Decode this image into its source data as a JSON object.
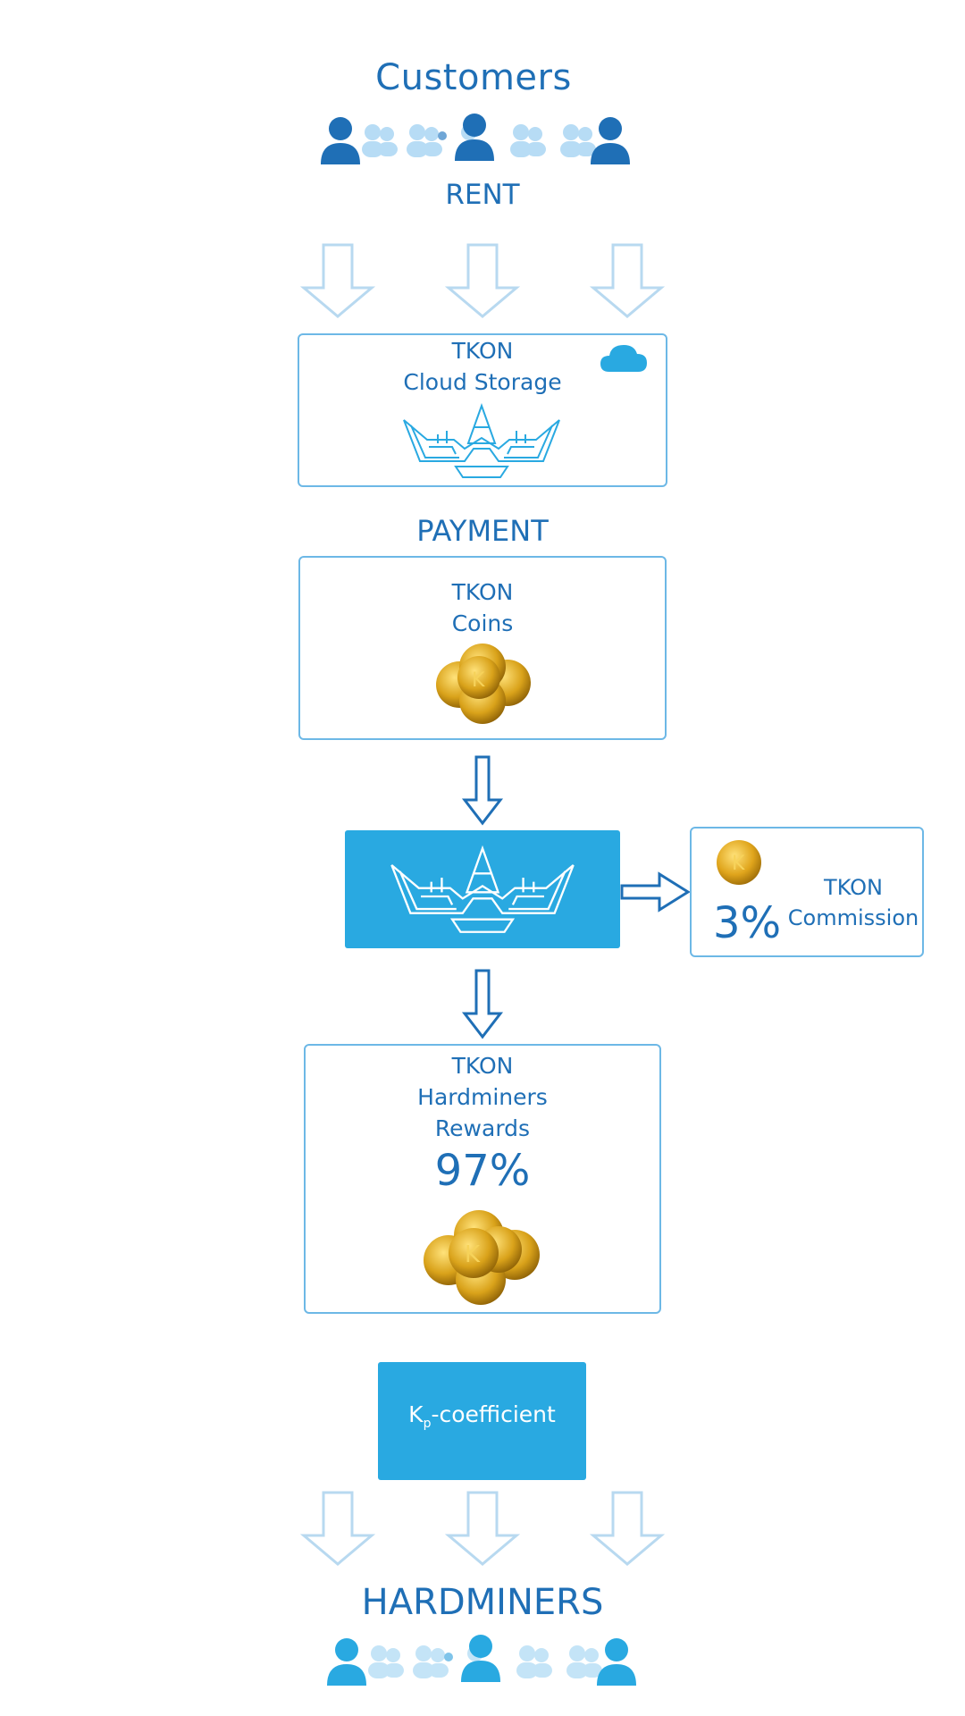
{
  "title": "Customers",
  "rent_label": "RENT",
  "cloud_storage": {
    "line1": "TKON",
    "line2": "Cloud Storage"
  },
  "payment_label": "PAYMENT",
  "coins": {
    "line1": "TKON",
    "line2": "Coins"
  },
  "commission": {
    "percent": "3%",
    "line1": "TKON",
    "line2": "Commission"
  },
  "rewards": {
    "line1": "TKON",
    "line2": "Hardminers",
    "line3": "Rewards",
    "percent": "97%"
  },
  "kp": {
    "prefix": "K",
    "subscript": "p",
    "suffix": "-coefficient"
  },
  "bottom_title": "HARDMINERS",
  "icons": {
    "people": "people-group-icon",
    "cloud": "cloud-icon",
    "logo": "crown-logo-icon",
    "coin": "coin-icon",
    "arrow": "down-arrow-icon"
  },
  "colors": {
    "text": "#1f6fb6",
    "accent": "#29a9e1",
    "light_arrow": "#b8d9f0",
    "box_border": "#6db8e6",
    "gold": "#d9a21a"
  }
}
